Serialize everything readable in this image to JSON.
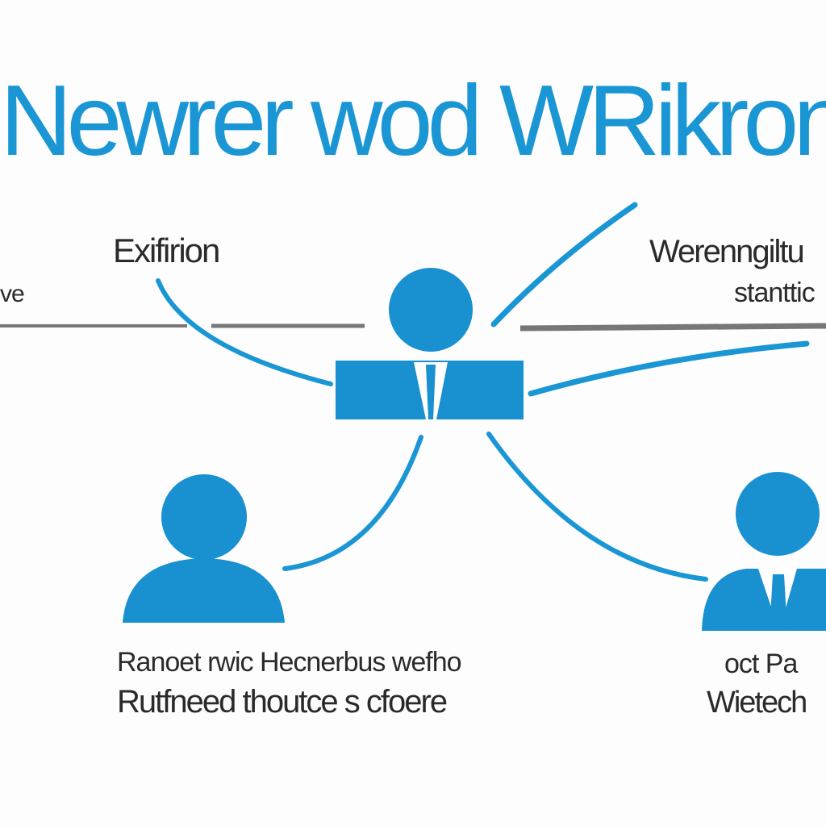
{
  "title": "Newrer wod WRikron",
  "colors": {
    "accent": "#1a96d4",
    "figure": "#1990cf",
    "text": "#2a2a2a",
    "divider": "#777777",
    "background": "#fdfdfd"
  },
  "labels": {
    "top_left": "Exifirion",
    "left_edge": "ve",
    "top_right_line1": "Werenngiltu",
    "top_right_line2": "stanttic",
    "bottom_left_line1": "Ranoet rwic Hecnerbus wefho",
    "bottom_left_line2": "Rutfneed thoutce s cfoere",
    "bottom_right_line1": "oct Pa",
    "bottom_right_line2": "Wietech"
  },
  "nodes": {
    "center": {
      "icon": "person-tie-icon"
    },
    "bottom_left": {
      "icon": "person-icon"
    },
    "bottom_right": {
      "icon": "person-suit-icon"
    }
  }
}
